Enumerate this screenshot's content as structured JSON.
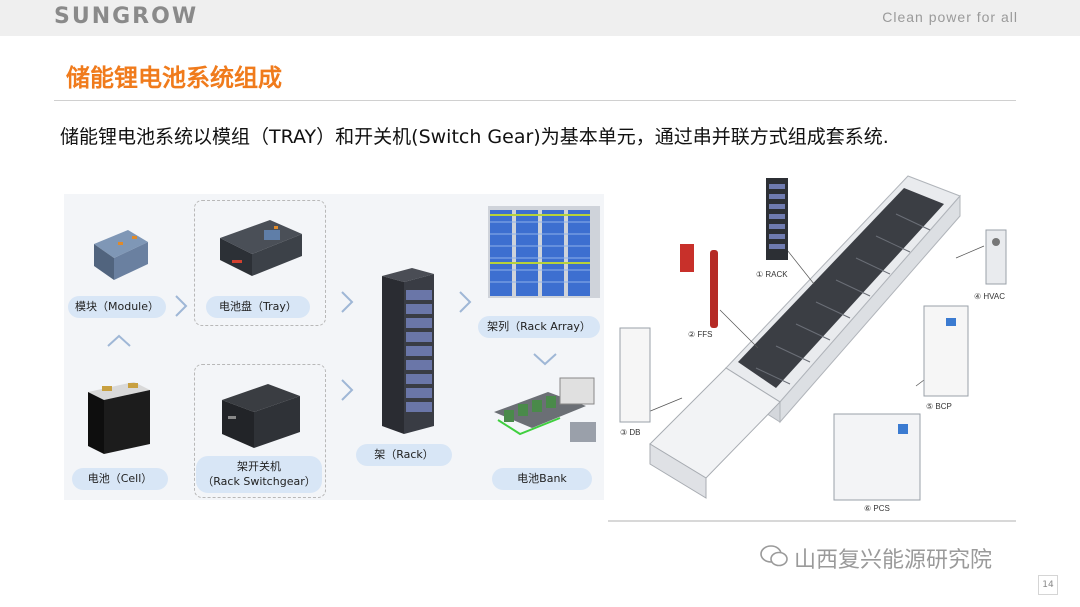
{
  "header": {
    "brand": "SUNGROW",
    "tagline": "Clean power for all"
  },
  "slide": {
    "title": "储能锂电池系统组成",
    "intro": "储能锂电池系统以模组（TRAY）和开关机(Switch Gear)为基本单元，通过串并联方式组成套系统.",
    "page_number": "14"
  },
  "diagram": {
    "module": "模块（Module）",
    "tray": "电池盘（Tray）",
    "cell": "电池（Cell）",
    "rack_switchgear_line1": "架开关机",
    "rack_switchgear_line2": "（Rack Switchgear）",
    "rack": "架（Rack）",
    "rack_array": "架列（Rack Array）",
    "bank": "电池Bank"
  },
  "container": {
    "rack": "① RACK",
    "ffs": "② FFS",
    "db": "③ DB",
    "hvac": "④ HVAC",
    "bcp": "⑤ BCP",
    "pcs": "⑥ PCS"
  },
  "watermark": {
    "text": "山西复兴能源研究院",
    "icon": "wechat-icon"
  }
}
